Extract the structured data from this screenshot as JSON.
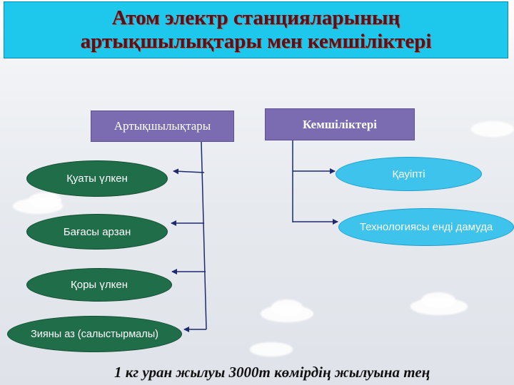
{
  "title": {
    "line1": "Атом электр станцияларының",
    "line2": "артықшылықтары мен кемшіліктері"
  },
  "advantages": {
    "header": "Артықшылықтары",
    "items": [
      "Қуаты үлкен",
      "Бағасы арзан",
      "Қоры үлкен",
      "Зияны аз (салыстырмалы)"
    ]
  },
  "disadvantages": {
    "header": "Кемшіліктері",
    "items": [
      "Қауіпті",
      "Технологиясы енді дамуда"
    ]
  },
  "footer": "1 кг уран жылуы 3000т көмірдің жылуына тең",
  "colors": {
    "title_bg": "#1ec8ec",
    "title_text": "#5a0f1b",
    "header_bg": "#7b6bb0",
    "advantage_oval": "#1f6e49",
    "disadvantage_oval": "#3ec4ec"
  }
}
